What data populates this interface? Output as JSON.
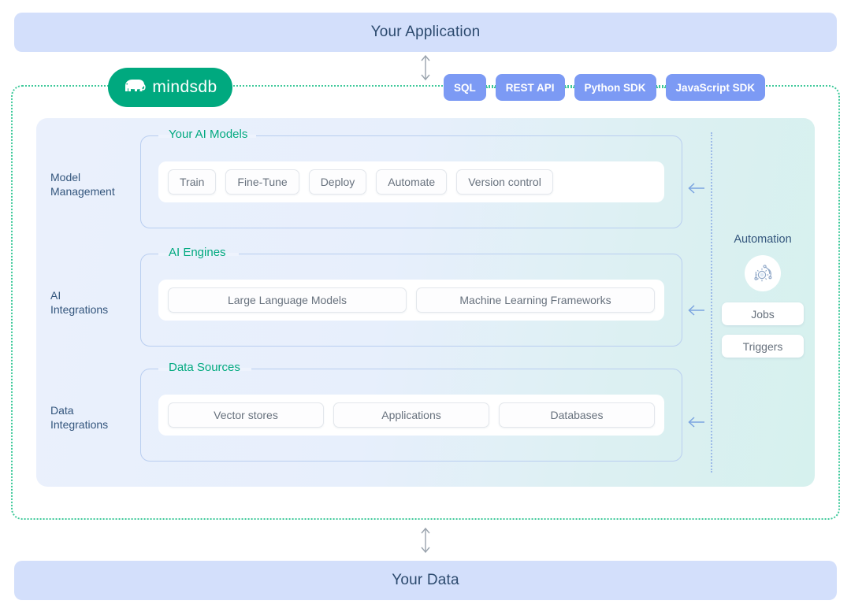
{
  "top_bar": {
    "label": "Your Application"
  },
  "bottom_bar": {
    "label": "Your Data"
  },
  "brand": {
    "name": "mindsdb",
    "logo_icon": "elephant-icon",
    "color": "#00a97f"
  },
  "interfaces": {
    "chips": [
      {
        "label": "SQL"
      },
      {
        "label": "REST API"
      },
      {
        "label": "Python SDK"
      },
      {
        "label": "JavaScript SDK"
      }
    ],
    "color": "#7c9af4"
  },
  "arrows": {
    "top": "double-vertical-arrow",
    "bottom": "double-vertical-arrow",
    "row": "left-arrow"
  },
  "rows": [
    {
      "label": "Model\nManagement",
      "group_title": "Your AI Models",
      "items": [
        {
          "label": "Train"
        },
        {
          "label": "Fine-Tune"
        },
        {
          "label": "Deploy"
        },
        {
          "label": "Automate"
        },
        {
          "label": "Version control"
        }
      ]
    },
    {
      "label": "AI\nIntegrations",
      "group_title": "AI Engines",
      "items": [
        {
          "label": "Large Language Models"
        },
        {
          "label": "Machine Learning Frameworks"
        }
      ]
    },
    {
      "label": "Data\nIntegrations",
      "group_title": "Data Sources",
      "items": [
        {
          "label": "Vector stores"
        },
        {
          "label": "Applications"
        },
        {
          "label": "Databases"
        }
      ]
    }
  ],
  "automation": {
    "title": "Automation",
    "icon": "gear-automation-icon",
    "items": [
      {
        "label": "Jobs"
      },
      {
        "label": "Triggers"
      }
    ]
  },
  "colors": {
    "bar_bg": "#d3dffb",
    "bar_text": "#2c4a6e",
    "brand_green": "#00a97f",
    "legend_green": "#00a97f",
    "chip_blue": "#7c9af4",
    "dotted_border": "#3ec99a",
    "group_border": "#b9cef0",
    "pill_text": "#67717d"
  }
}
